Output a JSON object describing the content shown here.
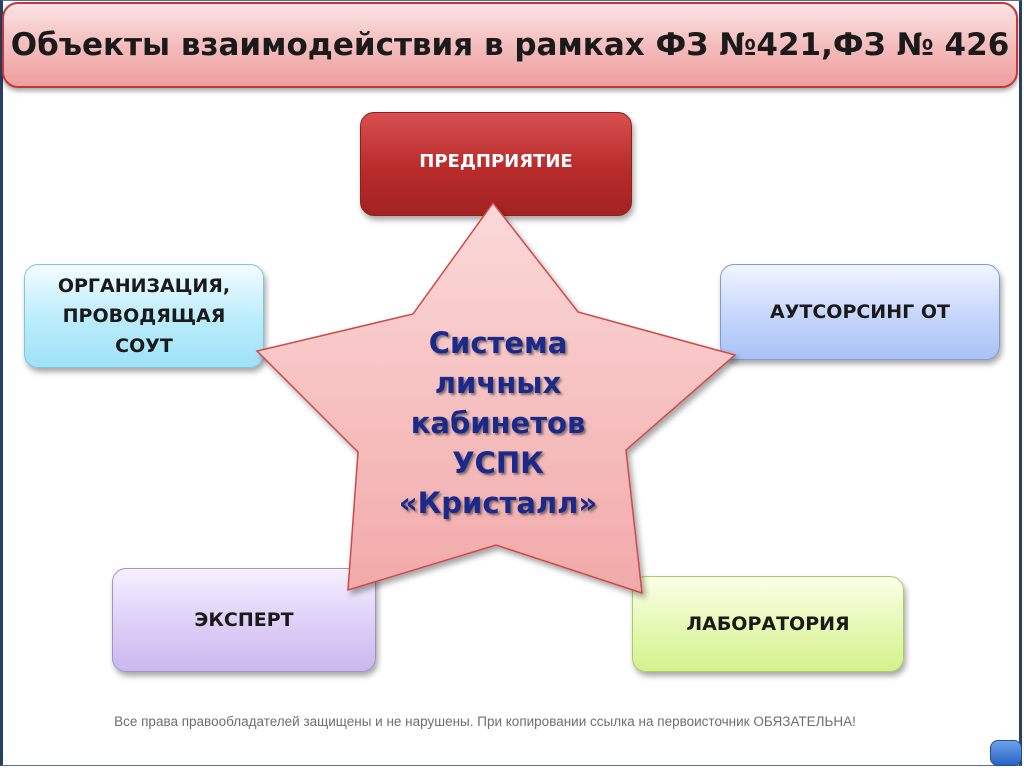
{
  "title": "Объекты взаимодействия в рамках ФЗ №421,ФЗ № 426",
  "center": {
    "text": "Система личных кабинетов УСПК «Кристалл»"
  },
  "nodes": {
    "enterprise": "ПРЕДПРИЯТИЕ",
    "soat": "ОРГАНИЗАЦИЯ, ПРОВОДЯЩАЯ СОУТ",
    "outsourcing": "АУТСОРСИНГ ОТ",
    "expert": "ЭКСПЕРТ",
    "lab": "ЛАБОРАТОРИЯ"
  },
  "footer": "Все права правообладателей защищены и не нарушены. При копировании ссылка на первоисточник ОБЯЗАТЕЛЬНА!",
  "colors": {
    "title_border": "#c23838",
    "enterprise": "#b82b2b",
    "star_fill": "#f6b8b8",
    "star_stroke": "#d04848",
    "center_text": "#1b2a8a"
  }
}
